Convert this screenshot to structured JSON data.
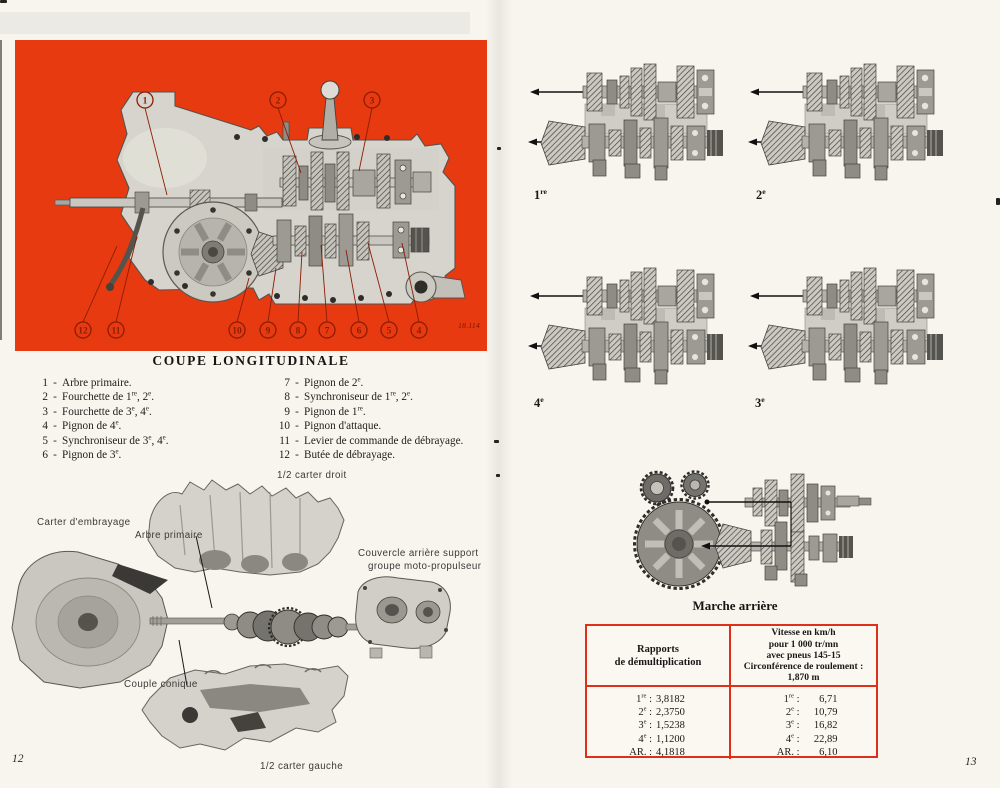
{
  "document": {
    "left_page": {
      "page_number": "12",
      "panel": {
        "figure_number": "18.114",
        "callouts_top": [
          "1",
          "2",
          "3"
        ],
        "callouts_bottom": [
          "12",
          "11",
          "10",
          "9",
          "8",
          "7",
          "6",
          "5",
          "4"
        ]
      },
      "section_title": "COUPE LONGITUDINALE",
      "legend_separator": "-",
      "legend_left": [
        {
          "num": "1",
          "label": [
            {
              "t": "Arbre primaire."
            }
          ]
        },
        {
          "num": "2",
          "label": [
            {
              "t": "Fourchette de 1"
            },
            {
              "s": "re"
            },
            {
              "t": ", 2"
            },
            {
              "s": "e"
            },
            {
              "t": "."
            }
          ]
        },
        {
          "num": "3",
          "label": [
            {
              "t": "Fourchette de 3"
            },
            {
              "s": "e"
            },
            {
              "t": ", 4"
            },
            {
              "s": "e"
            },
            {
              "t": "."
            }
          ]
        },
        {
          "num": "4",
          "label": [
            {
              "t": "Pignon de 4"
            },
            {
              "s": "e"
            },
            {
              "t": "."
            }
          ]
        },
        {
          "num": "5",
          "label": [
            {
              "t": "Synchroniseur de 3"
            },
            {
              "s": "e"
            },
            {
              "t": ", 4"
            },
            {
              "s": "e"
            },
            {
              "t": "."
            }
          ]
        },
        {
          "num": "6",
          "label": [
            {
              "t": "Pignon de 3"
            },
            {
              "s": "e"
            },
            {
              "t": "."
            }
          ]
        }
      ],
      "legend_right": [
        {
          "num": "7",
          "label": [
            {
              "t": "Pignon de 2"
            },
            {
              "s": "e"
            },
            {
              "t": "."
            }
          ]
        },
        {
          "num": "8",
          "label": [
            {
              "t": "Synchroniseur de 1"
            },
            {
              "s": "re"
            },
            {
              "t": ", 2"
            },
            {
              "s": "e"
            },
            {
              "t": "."
            }
          ]
        },
        {
          "num": "9",
          "label": [
            {
              "t": "Pignon de 1"
            },
            {
              "s": "re"
            },
            {
              "t": "."
            }
          ]
        },
        {
          "num": "10",
          "label": [
            {
              "t": "Pignon d'attaque."
            }
          ]
        },
        {
          "num": "11",
          "label": [
            {
              "t": "Levier de commande de débrayage."
            }
          ]
        },
        {
          "num": "12",
          "label": [
            {
              "t": "Butée de débrayage."
            }
          ]
        }
      ],
      "exploded_view_labels": {
        "carter_droit": "1/2 carter droit",
        "carter_embrayage": "Carter d'embrayage",
        "arbre_primaire": "Arbre primaire",
        "couvercle_line1": "Couvercle arrière support",
        "couvercle_line2": "groupe moto-propulseur",
        "couple_conique": "Couple conique",
        "carter_gauche": "1/2 carter gauche"
      }
    },
    "right_page": {
      "page_number": "13",
      "gear_diagram_labels": {
        "first": [
          {
            "t": "1"
          },
          {
            "s": "re"
          }
        ],
        "second": [
          {
            "t": "2"
          },
          {
            "s": "e"
          }
        ],
        "fourth": [
          {
            "t": "4"
          },
          {
            "s": "e"
          }
        ],
        "third": [
          {
            "t": "3"
          },
          {
            "s": "e"
          }
        ]
      },
      "reverse_section_title": "Marche arrière",
      "table": {
        "left_header_lines": [
          "Rapports",
          "de démultiplication"
        ],
        "right_header_lines": [
          "Vitesse en km/h",
          "pour 1 000 tr/mn",
          "avec pneus 145-15",
          "Circonférence de roulement :",
          "1,870 m"
        ],
        "rows": [
          {
            "label": [
              {
                "t": "1"
              },
              {
                "s": "re"
              },
              {
                "t": " :"
              }
            ],
            "ratio": "3,8182",
            "speed": "6,71"
          },
          {
            "label": [
              {
                "t": "2"
              },
              {
                "s": "e"
              },
              {
                "t": " :"
              }
            ],
            "ratio": "2,3750",
            "speed": "10,79"
          },
          {
            "label": [
              {
                "t": "3"
              },
              {
                "s": "e"
              },
              {
                "t": " :"
              }
            ],
            "ratio": "1,5238",
            "speed": "16,82"
          },
          {
            "label": [
              {
                "t": "4"
              },
              {
                "s": "e"
              },
              {
                "t": " :"
              }
            ],
            "ratio": "1,1200",
            "speed": "22,89"
          },
          {
            "label": [
              {
                "t": "AR. :"
              }
            ],
            "ratio": "4,1818",
            "speed": "6,10"
          }
        ]
      }
    },
    "colors": {
      "panel_red": "#e73a10",
      "table_border_red": "#df2f1a",
      "callout_red": "#8c1c05",
      "paper": "#f7f5ee"
    }
  }
}
